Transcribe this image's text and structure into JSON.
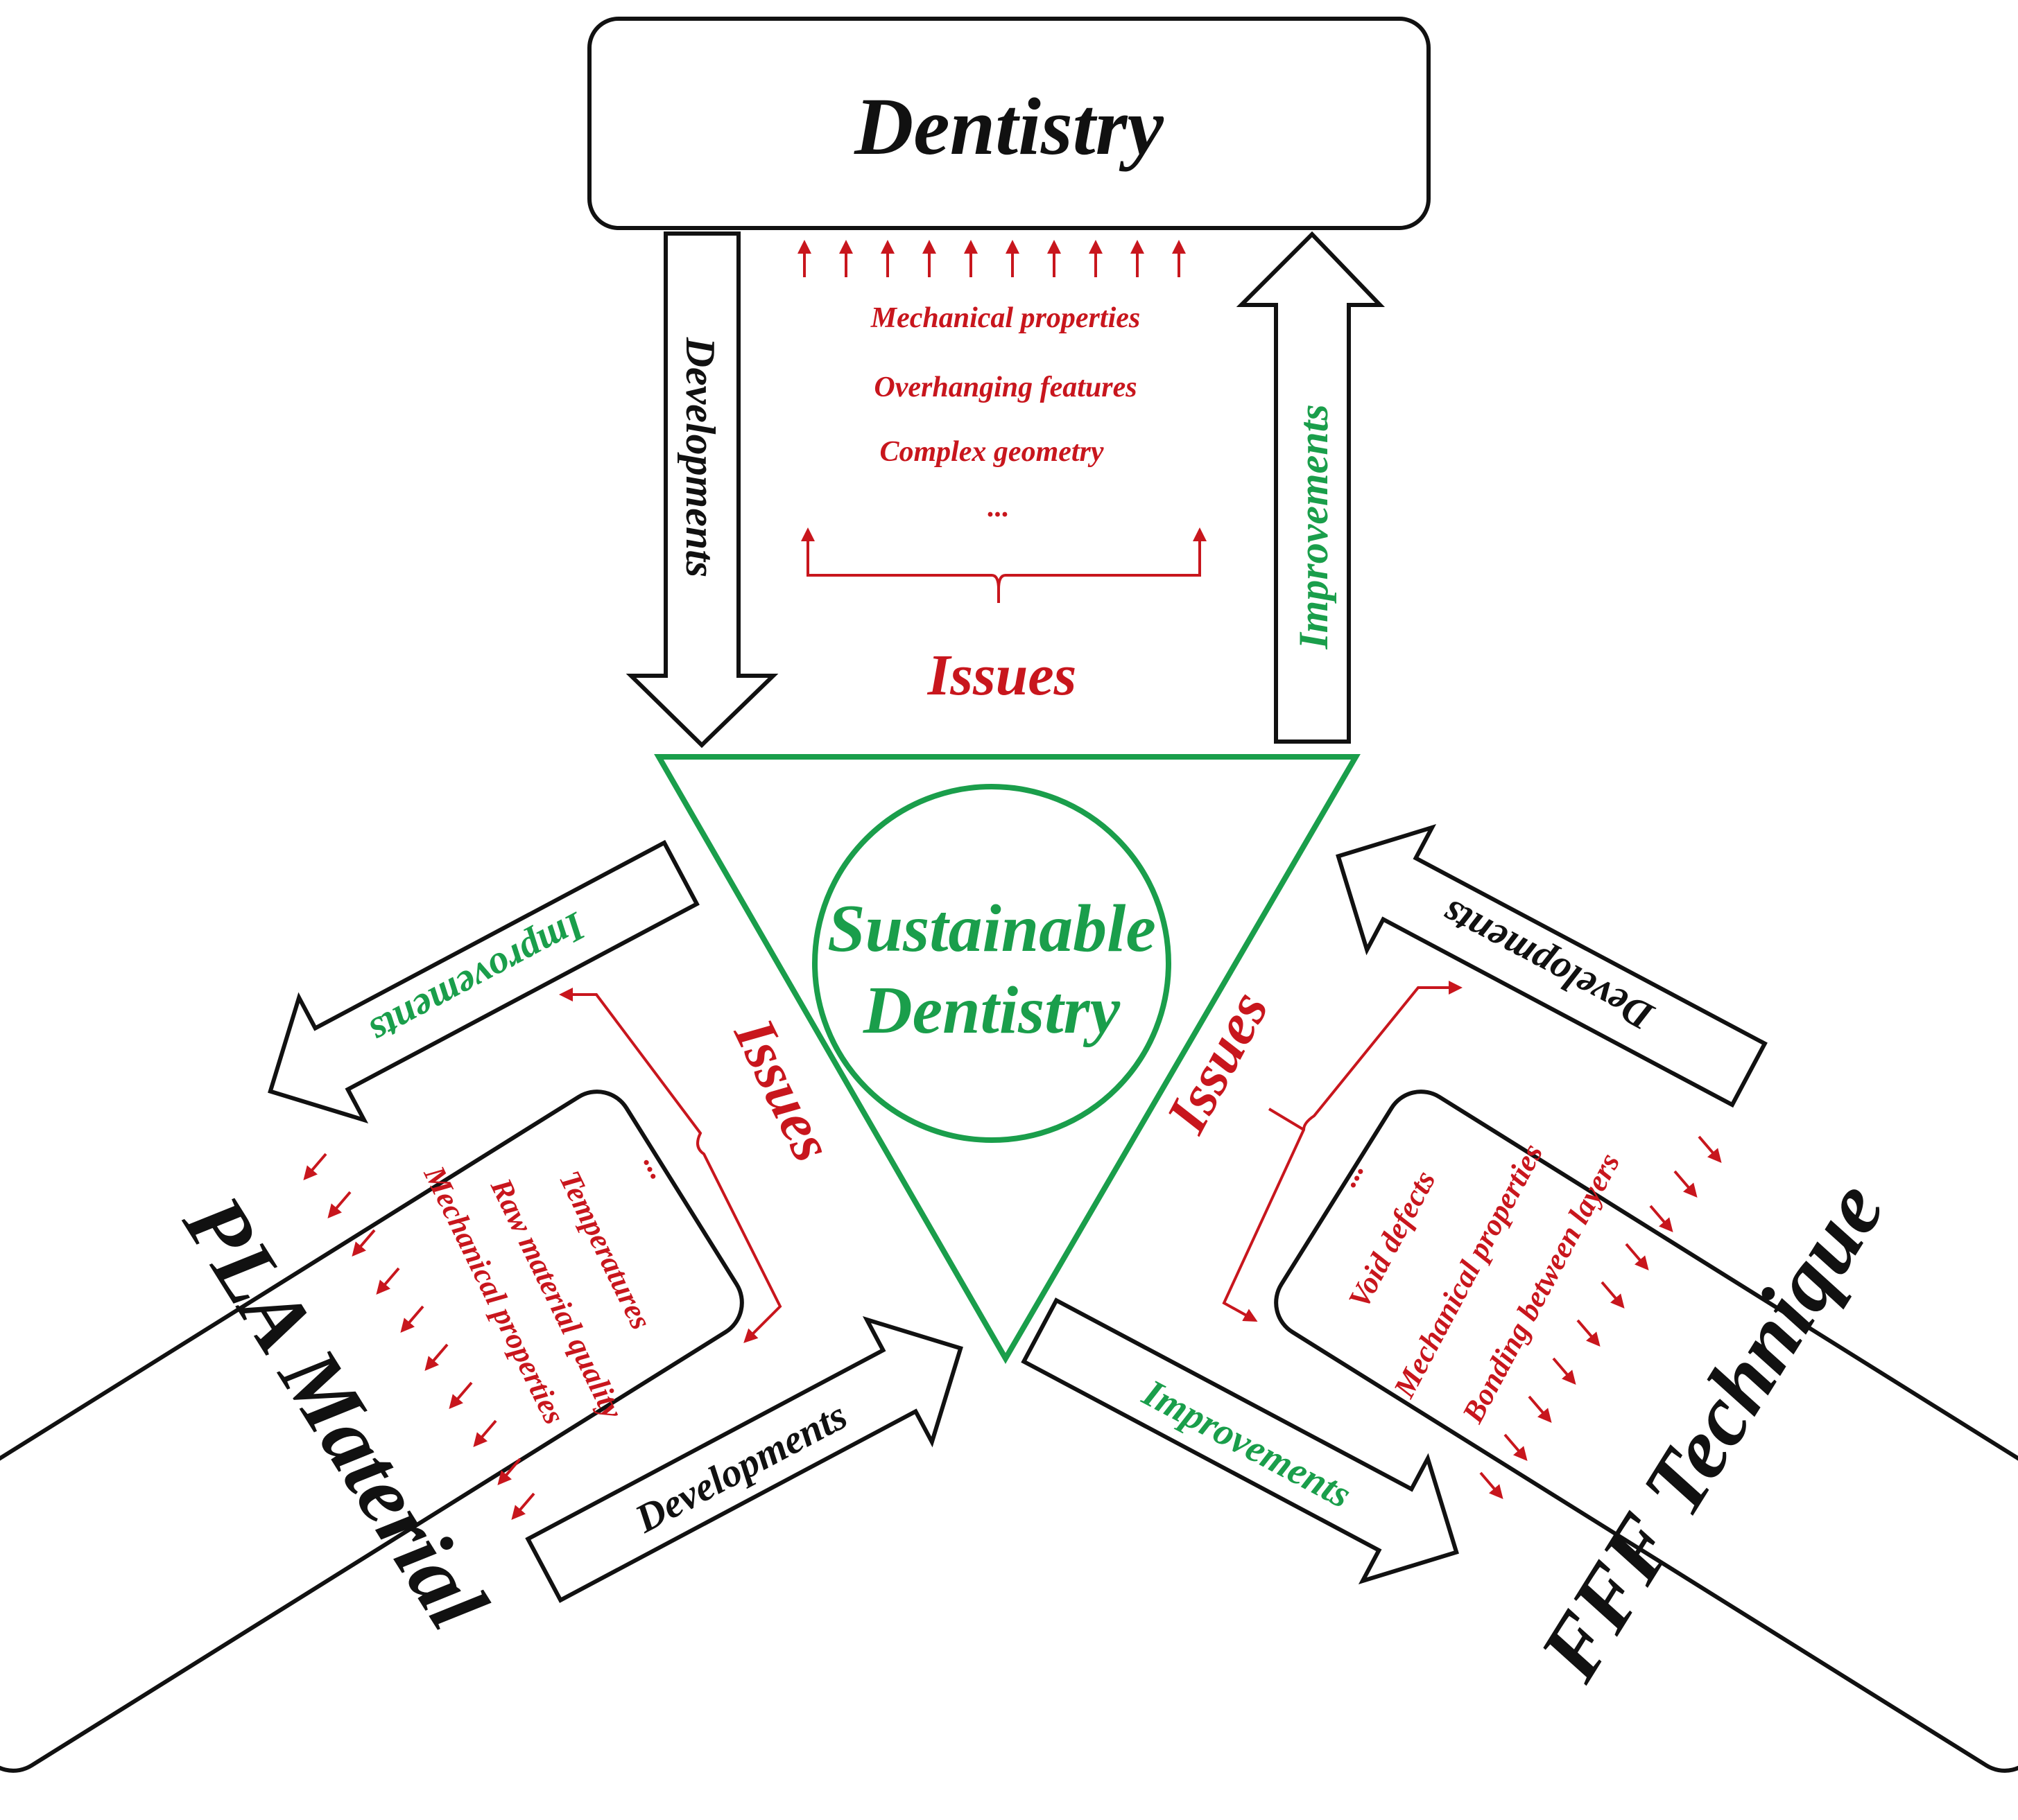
{
  "colors": {
    "ink": "#111111",
    "issue_red": "#c8161d",
    "sustain_green": "#1a9e4b"
  },
  "nodes": {
    "dentistry": {
      "label": "Dentistry"
    },
    "pla": {
      "label": "PLA Material"
    },
    "fff": {
      "label": "FFF Technique"
    },
    "center": {
      "line1": "Sustainable",
      "line2": "Dentistry"
    }
  },
  "connectors": {
    "top_left": "Developments",
    "top_right": "Improvements",
    "left_upper": "Improvements",
    "left_lower": "Developments",
    "right_upper": "Developments",
    "right_lower": "Improvements"
  },
  "issues": {
    "top": {
      "title": "Issues",
      "items": [
        "Mechanical properties",
        "Overhanging features",
        "Complex geometry",
        "..."
      ]
    },
    "left": {
      "title": "Issues",
      "items": [
        "...",
        "Temperatures",
        "Raw material quality",
        "Mechanical properties"
      ]
    },
    "right": {
      "title": "Issues",
      "items": [
        "...",
        "Void defects",
        "Mechanical properties",
        "Bonding between layers"
      ]
    }
  }
}
